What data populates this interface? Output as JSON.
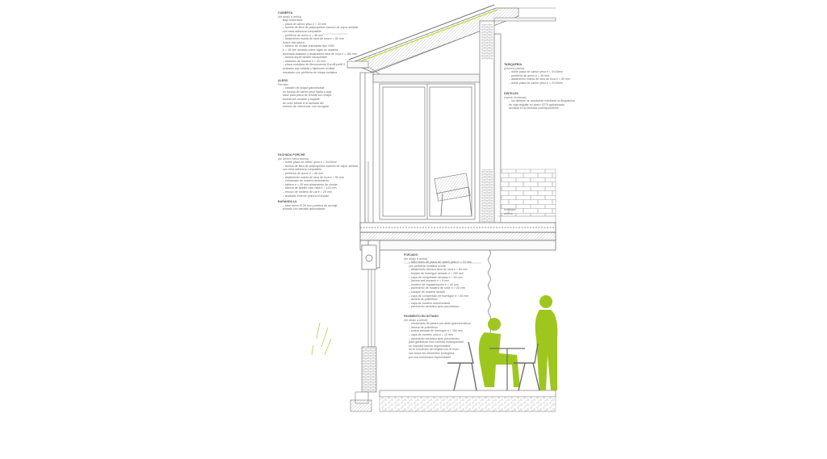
{
  "notes": {
    "cubierta": {
      "title": "CUBIERTA",
      "subtitle": "(de abajo a arriba)",
      "lines": [
        "Bajo estructura:",
        "– placa de cartón yeso e = 15 mm",
        "– lámina de fibra de polipropileno barrera de vapor sellada",
        "  con cinta adhesiva compatible",
        "– perfilería de acero e = 48 mm",
        "– aislamiento manta de lana de roca e = 50 mm",
        "Sobre estructura:",
        "– tablero de virutas orientadas tipo OSB",
        "  e = 18 mm anclado sobre vigas de madera",
        "  laminada acabado y aislamiento lana de roca e = 180 mm",
        "– lámina impermeable transpirable",
        "– rastreles de madera e = 40 mm",
        "– placa ondulada de fibrocemento Eurofil perfil 5",
        "  acabado rojo sellada y fijaciones ocultas",
        "  rematado con perfilería de chapa metálica"
      ]
    },
    "alero": {
      "title": "ALERO",
      "subtitle": "Remate:",
      "lines": [
        "– canalón de chapa galvanizada",
        "  en lámina de cartón yeso fijada a viga",
        "  base para pieza de remate con chapa",
        "  lacada por canalón y bajante",
        "  de color similar a la fachada del",
        "  entorno de referencia, con recogida"
      ]
    },
    "fachada_porche": {
      "title": "FACHADA PORCHE",
      "subtitle": "(de dentro hacia afuera)",
      "lines": [
        "– doble placa de cartón yeso e = 2x15mm",
        "– lámina de fibra de polipropileno barrera de vapor sellada",
        "  con cinta adhesiva compatible",
        "– perfilería de acero e = 48 mm",
        "– aislamiento manta de lana de roca e = 50 mm",
        "– entramado de madera aislamiento",
        "– tablero e = 15 mm aislamiento de virutas",
        "– fábrica de ladrillo cara vista e = 120 mm",
        "– revoco de mortero de cal e = 20 mm",
        "– acabado exterior pintura al silicato"
      ]
    },
    "barandilla": {
      "title": "BARANDILLA",
      "lines": [
        "– tubo acero Ø 30 mm y pletina de anclaje",
        "  pintado con esmalte antioxidante"
      ]
    },
    "tabiqueria": {
      "title": "TABIQUERÍA",
      "subtitle": "(primera planta)",
      "lines": [
        "– doble placa de cartón yeso e = 2x15mm",
        "– perfilería de acero e = 48 mm",
        "– aislamiento manta de lana de roca e = 50 mm",
        "– doble placa de cartón yeso e = 2x15mm"
      ]
    },
    "dinteles": {
      "title": "DINTELES",
      "subtitle": "(vanos ventanas)",
      "lines": [
        "– los dinteles se resolverán mediante la disposición",
        "  de viga angular en acero S275 galvanizado",
        "  anclada en la fachada correspondiente"
      ]
    },
    "forjado": {
      "title": "FORJADO",
      "subtitle": "(de abajo a arriba)",
      "lines": [
        "– falso techo de placa de cartón yeso e = 15 mm",
        "  con perfilería metálica oculta",
        "– aislamiento térmico lana de roca e = 50 mm",
        "– forjado de hormigón armado e = 250 mm",
        "– capa de compresión armada e = 50 mm",
        "– lámina anti-impacto e = 5 mm",
        "– mortero de regularización e = 40 mm",
        "– pavimento de madera de roble e = 20 mm",
        "– rodapié de madera lacado",
        "– capa de compresión de hormigón e = 40 mm",
        "– lámina de polietileno",
        "– capa de mortero autonivelante",
        "– pavimento cerámico gres porcelánico"
      ]
    },
    "pavimento": {
      "title": "PAVIMENTO EN SÓTANO",
      "subtitle": "(de abajo a arriba)",
      "lines": [
        "– encachado de piedra con árido granulométrico",
        "– lámina de polietileno",
        "– solera armada de hormigón e = 150 mm",
        "– capa de mortero cola e = 10 mm",
        "– pavimento cerámico gres porcelánico",
        "  para garantizar una correcta estanqueidad",
        "  se colocará lámina impermeable",
        "  en el encuentro del forjado con el muro",
        "  con todos los elementos protegidos",
        "  por una membrana impermeable"
      ]
    },
    "hormigon": {
      "title": "hormigón",
      "lines": [
        "relleno"
      ]
    }
  },
  "colors": {
    "line": "#8a8a8a",
    "dark_line": "#555555",
    "people": "#9dc71f",
    "chair": "#6f6f6f",
    "hatch": "#bdbdbd"
  }
}
